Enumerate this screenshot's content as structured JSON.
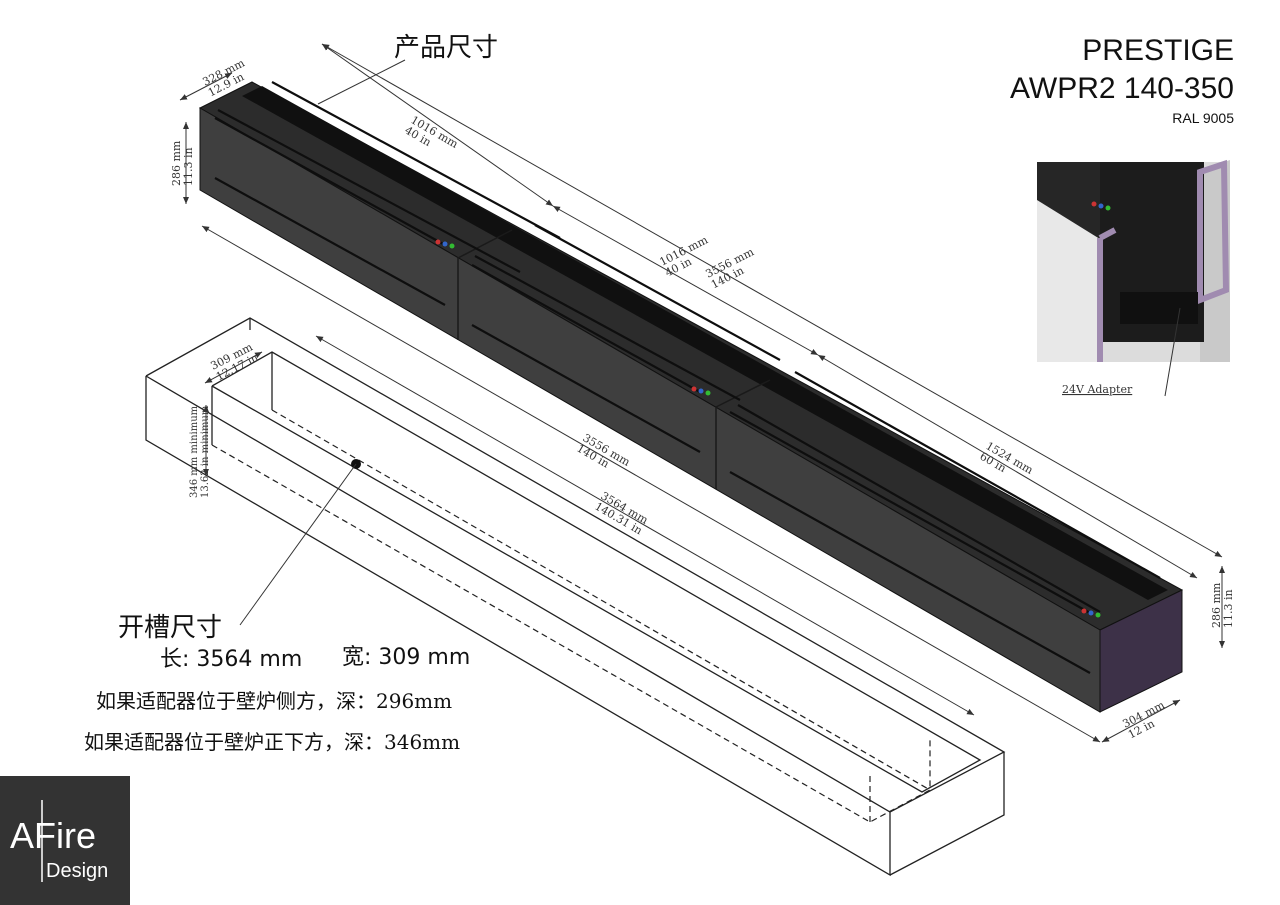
{
  "header": {
    "brand": "PRESTIGE",
    "model": "AWPR2 140-350",
    "color_code": "RAL 9005"
  },
  "labels": {
    "product_size": "产品尺寸",
    "cutout_size": "开槽尺寸",
    "adapter": "24V Adapter"
  },
  "cutout": {
    "length_label": "长:",
    "length_value": "3564 mm",
    "width_label": "宽:",
    "width_value": "309 mm",
    "note_side": "如果适配器位于壁炉侧方，深：296mm",
    "note_below": "如果适配器位于壁炉正下方，深：346mm"
  },
  "product_dims": {
    "depth_mm": "328 mm",
    "depth_in": "12.9 in",
    "height_left_mm": "286 mm",
    "height_left_in": "11.3 in",
    "module1_mm": "1016 mm",
    "module1_in": "40 in",
    "module2_mm": "1016 mm",
    "module2_in": "40 in",
    "total_mm": "3556 mm",
    "total_in": "140 in",
    "module3_mm": "1524 mm",
    "module3_in": "60 in",
    "height_right_mm": "286 mm",
    "height_right_in": "11.3 in",
    "width_right_mm": "304 mm",
    "width_right_in": "12 in",
    "bottom_length_mm": "3556 mm",
    "bottom_length_in": "140 in"
  },
  "cutout_dims": {
    "width_mm": "309 mm",
    "width_in": "12.17 in",
    "depth_mm": "346 mm minimum",
    "depth_in": "13.62 in minimum",
    "length_mm": "3564 mm",
    "length_in": "140.31 in"
  },
  "logo": {
    "line1": "AFire",
    "line2": "Design"
  },
  "colors": {
    "body_front": "#3e3e3e",
    "body_top": "#2a2a2a",
    "body_end": "#3d3148",
    "adapter_frame": "#a08bb0",
    "logo_bg": "#333333"
  }
}
